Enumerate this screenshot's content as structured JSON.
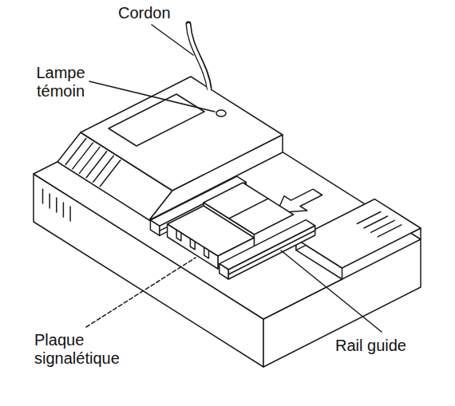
{
  "diagram": {
    "labels": [
      "Cordon",
      "Lampe témoin",
      "Plaque signalétique",
      "Rail guide"
    ]
  }
}
